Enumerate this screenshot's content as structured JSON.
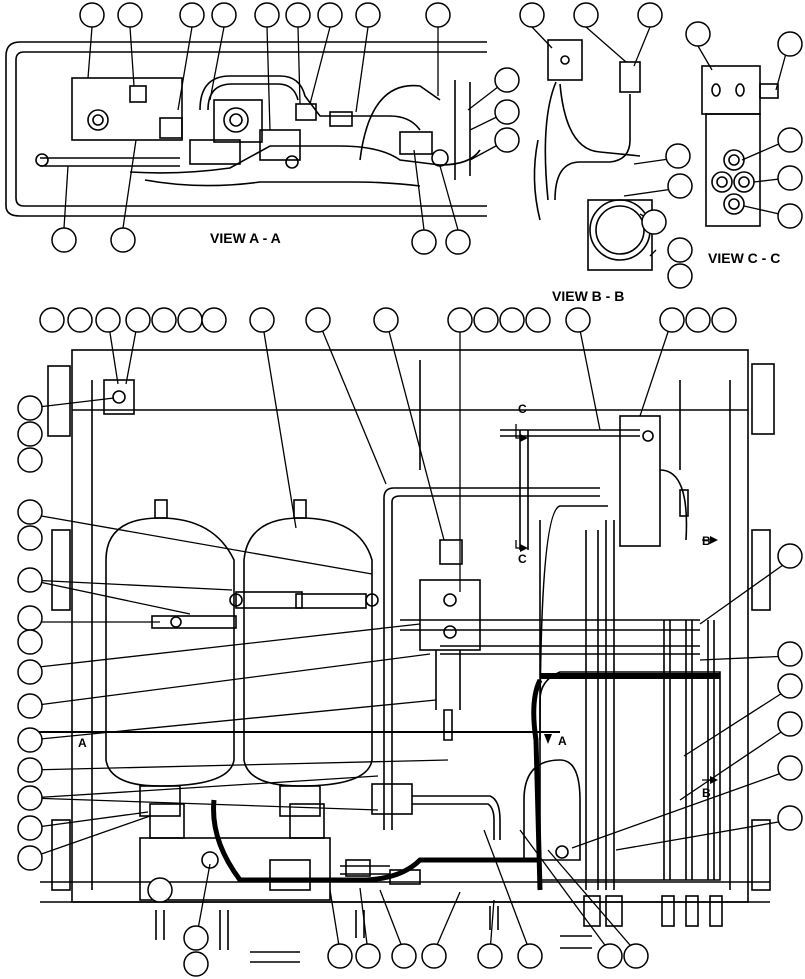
{
  "views": {
    "view_a": "VIEW A - A",
    "view_b": "VIEW B - B",
    "view_c": "VIEW C - C"
  },
  "section_markers": {
    "a_left": "A",
    "a_right": "A",
    "b_top": "B",
    "b_bottom": "B",
    "c_top": "C",
    "c_bottom": "C"
  },
  "colors": {
    "line": "#000000",
    "background": "#ffffff"
  }
}
